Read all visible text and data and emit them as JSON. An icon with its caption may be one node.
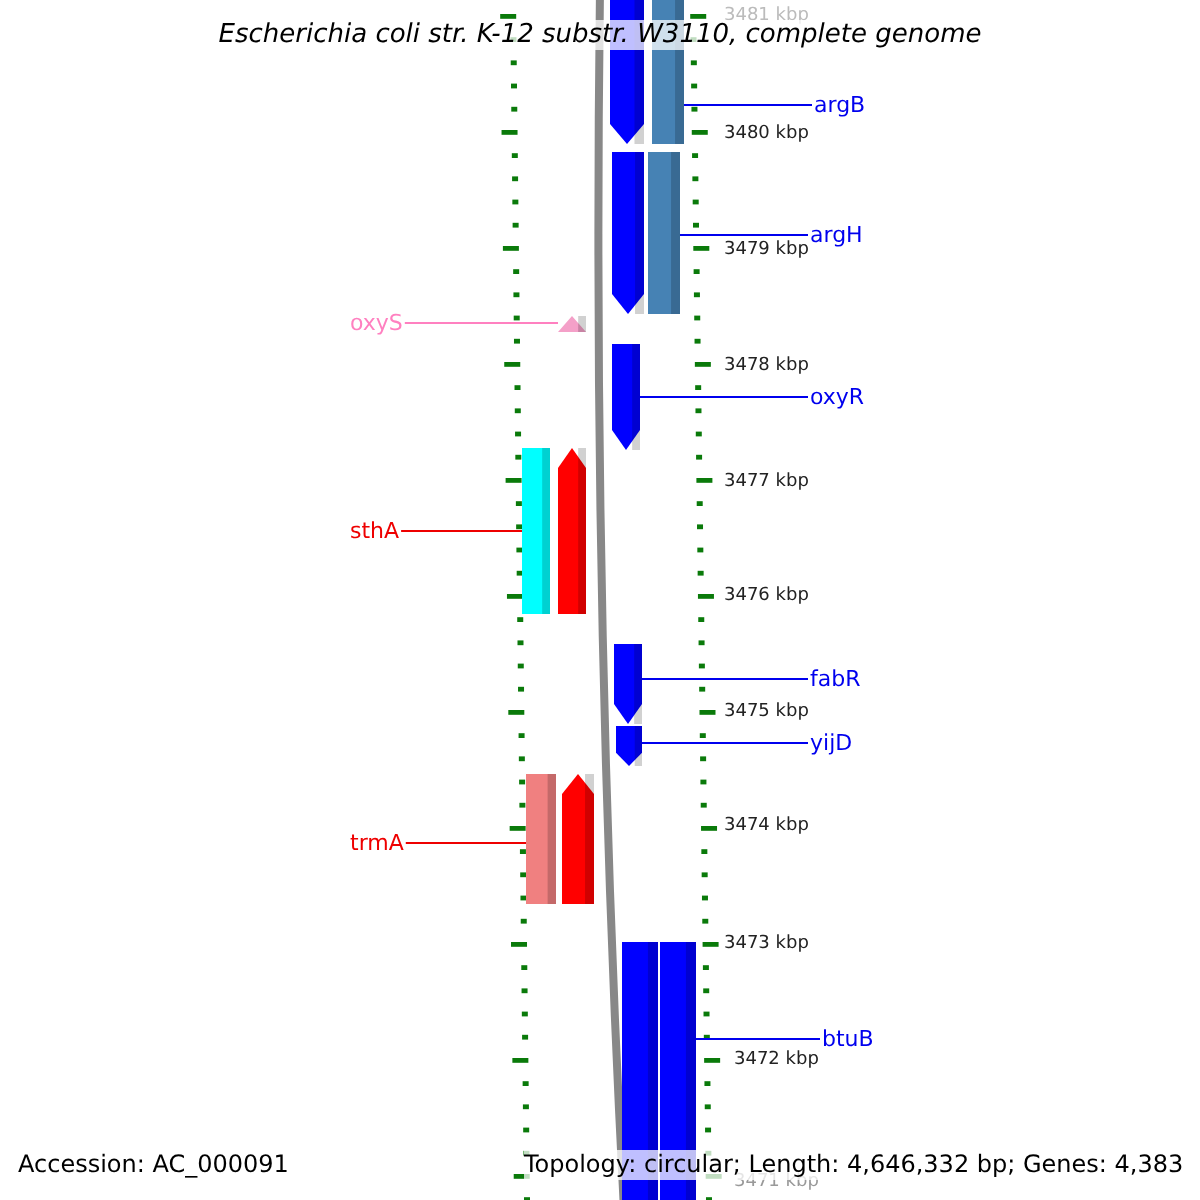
{
  "diagram": {
    "title": "Escherichia coli str. K-12 substr. W3110, complete genome",
    "nodes": [
      {
        "text": [
          "argB"
        ]
      },
      {
        "text": [
          "argH"
        ]
      },
      {
        "text": [
          "oxyS"
        ]
      },
      {
        "text": [
          "oxyR"
        ]
      },
      {
        "text": [
          "sthA"
        ]
      },
      {
        "text": [
          "fabR"
        ]
      },
      {
        "text": [
          "yijD"
        ]
      },
      {
        "text": [
          "trmA"
        ]
      },
      {
        "text": [
          "btuB"
        ]
      },
      {
        "text": [],
        "shape": "arrow"
      },
      {
        "text": [],
        "shape": "bar"
      },
      {
        "text": [],
        "shape": "arrow"
      },
      {
        "text": [],
        "shape": "bar"
      },
      {
        "text": [],
        "shape": "triangle"
      },
      {
        "text": [],
        "shape": "arrow"
      },
      {
        "text": [],
        "shape": "bar"
      },
      {
        "text": [],
        "shape": "arrow"
      },
      {
        "text": [],
        "shape": "arrow"
      },
      {
        "text": [],
        "shape": "arrow"
      },
      {
        "text": [],
        "shape": "bar"
      },
      {
        "text": [],
        "shape": "arrow"
      },
      {
        "text": [],
        "shape": "bar"
      },
      {
        "text": [],
        "shape": "bar"
      }
    ],
    "edges": [
      {
        "from": 0,
        "to": 10,
        "arrow": "none"
      },
      {
        "from": 1,
        "to": 12,
        "arrow": "none"
      },
      {
        "from": 2,
        "to": 13,
        "arrow": "none",
        "color": "#ff80c0"
      },
      {
        "from": 3,
        "to": 14,
        "arrow": "none"
      },
      {
        "from": 4,
        "to": 15,
        "arrow": "none",
        "color": "#ee0000"
      },
      {
        "from": 5,
        "to": 17,
        "arrow": "none"
      },
      {
        "from": 6,
        "to": 18,
        "arrow": "none"
      },
      {
        "from": 7,
        "to": 19,
        "arrow": "none",
        "color": "#ee0000"
      },
      {
        "from": 8,
        "to": 22,
        "arrow": "none"
      }
    ],
    "labels": [
      "3481 kbp",
      "3480 kbp",
      "3479 kbp",
      "3478 kbp",
      "3477 kbp",
      "3476 kbp",
      "3475 kbp",
      "3474 kbp",
      "3473 kbp",
      "3472 kbp",
      "3471 kbp",
      "Accession: AC_000091",
      "Topology: circular; Length: 4,646,332 bp; Genes: 4,383"
    ]
  }
}
